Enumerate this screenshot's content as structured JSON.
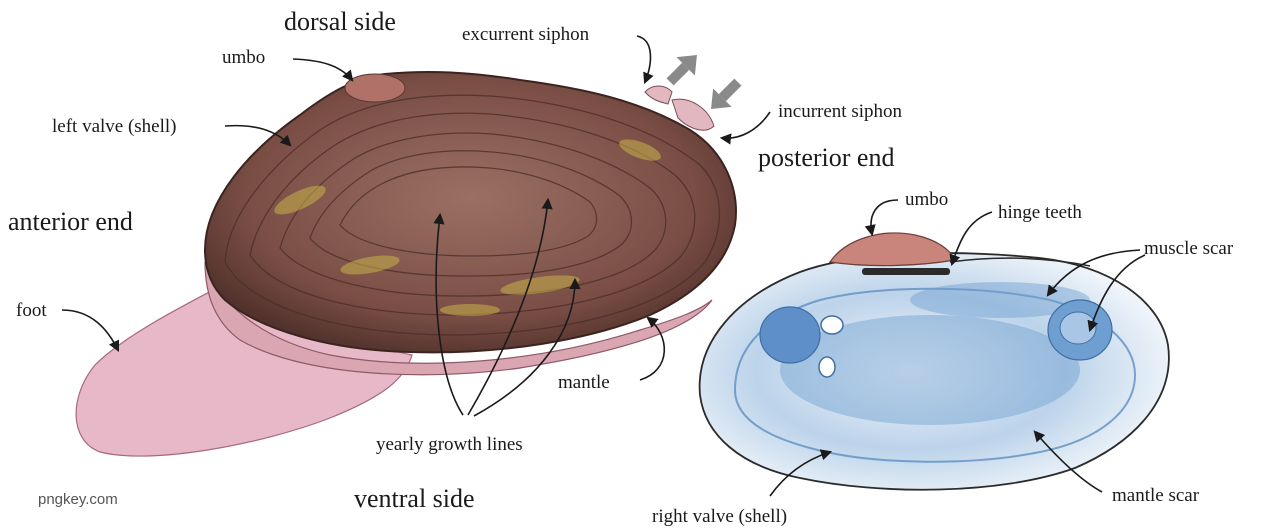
{
  "labels": {
    "dorsal_side": "dorsal side",
    "umbo_left": "umbo",
    "excurrent_siphon": "excurrent siphon",
    "incurrent_siphon": "incurrent siphon",
    "left_valve": "left valve (shell)",
    "posterior_end": "posterior end",
    "anterior_end": "anterior end",
    "foot": "foot",
    "mantle": "mantle",
    "yearly_growth_lines": "yearly growth lines",
    "ventral_side": "ventral side",
    "umbo_right": "umbo",
    "hinge_teeth": "hinge teeth",
    "muscle_scar": "muscle scar",
    "mantle_scar": "mantle scar",
    "right_valve": "right valve (shell)"
  },
  "watermark": "pngkey.com",
  "colors": {
    "shell_brown": "#7a4e45",
    "growth_band_yellow": "#c9b24a",
    "foot_pink": "#e7b8c8",
    "mantle_pink": "#d9a6b2",
    "inner_shell_blue": "#6f9fd0",
    "umbo_pink": "#c9857c",
    "flow_arrow_gray": "#8a8a8a"
  }
}
